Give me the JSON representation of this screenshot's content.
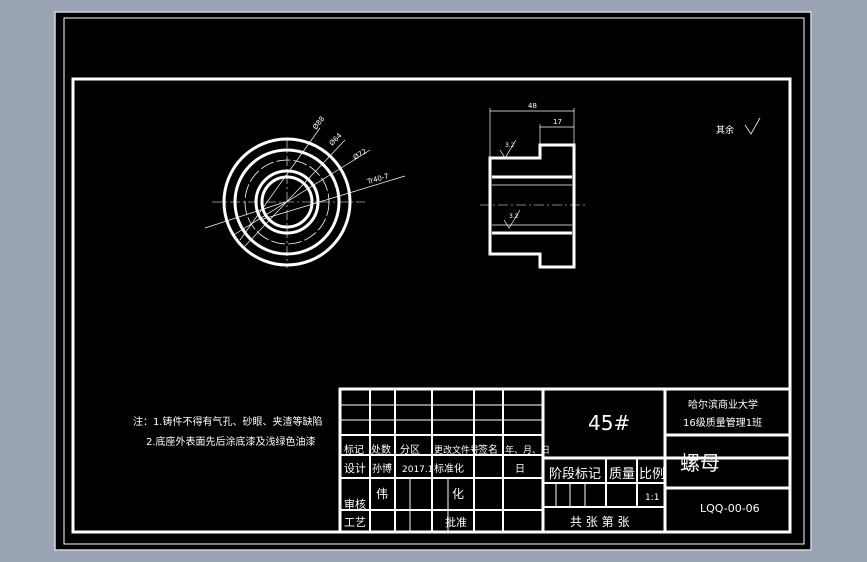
{
  "colors": {
    "background": "#9aa4b4",
    "sheet": "#000000",
    "line": "#ffffff"
  },
  "drawing": {
    "dims": {
      "d_outer": "Ø88",
      "d_mid": "Ø64",
      "d_inner": "Ø72",
      "thread": "Tr40-7",
      "length": "48",
      "flange": "17",
      "rough_top": "3.2",
      "rough_bore": "3.2"
    },
    "surface_note": "其余"
  },
  "notes": {
    "line1": "注：1.铸件不得有气孔、砂眼、夹渣等缺陷",
    "line2": "2.底座外表面先后涂底漆及浅绿色油漆"
  },
  "title_block": {
    "material": "45#",
    "school": "哈尔滨商业大学",
    "class_name": "16级质量管理1班",
    "part_name": "螺母",
    "drawing_no": "LQQ-00-06",
    "scale_value": "1:1",
    "revision_headers": [
      "标记",
      "处数",
      "分区",
      "更改文件号",
      "签名",
      "年、月、日"
    ],
    "design_row": [
      "设计",
      "孙博",
      "2017.1",
      "标准化",
      "",
      "日"
    ],
    "stage_label": "阶段标记",
    "weight_label": "质量",
    "scale_label": "比例",
    "review": "审核",
    "process": "工艺",
    "review_name": "伟",
    "std_name": "化",
    "approve": "批准",
    "sheets": "共  张  第  张"
  }
}
